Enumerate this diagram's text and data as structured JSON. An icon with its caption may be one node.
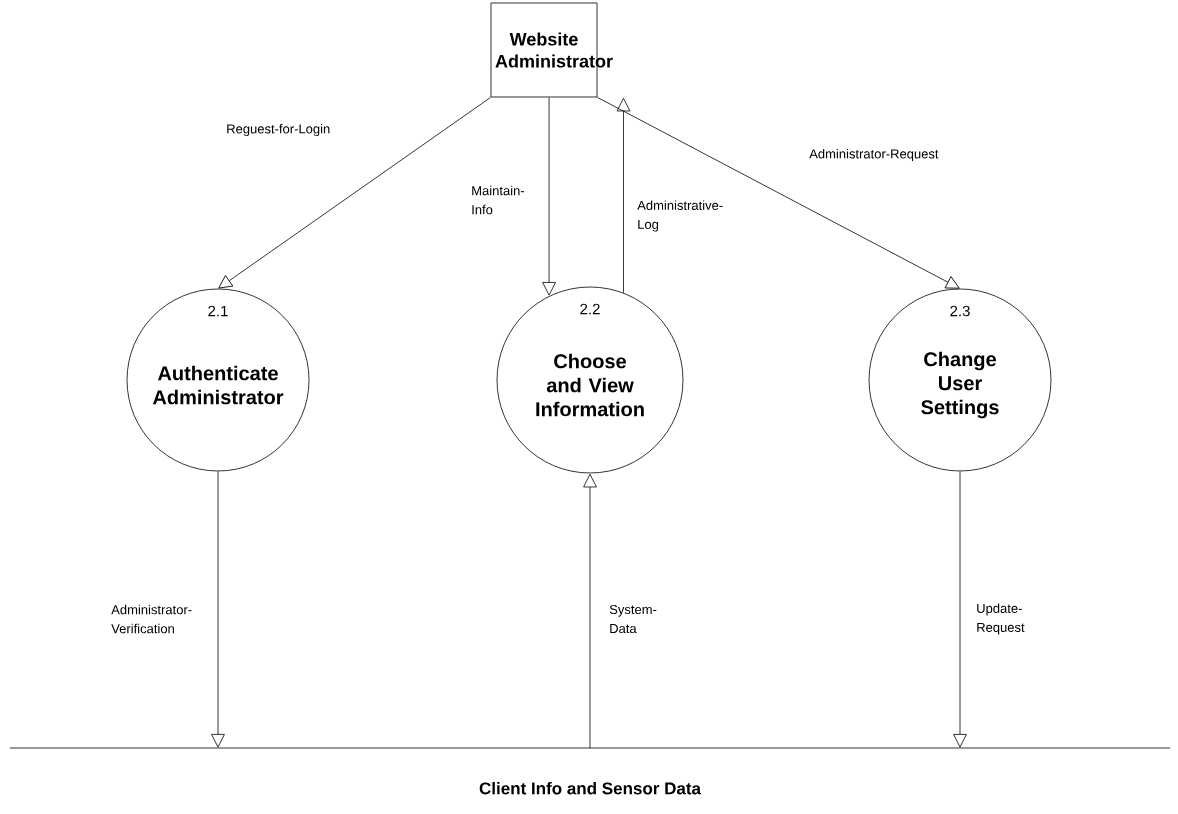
{
  "diagram": {
    "nodes": [
      {
        "text": [
          "Website Administrator"
        ]
      },
      {
        "text": [
          "2.1",
          "Authenticate Administrator"
        ]
      },
      {
        "text": [
          "2.2",
          "Choose and View Information"
        ]
      },
      {
        "text": [
          "2.3",
          "Change User Settings"
        ]
      },
      {
        "text": [
          "Client Info and Sensor Data"
        ]
      }
    ],
    "edges": [
      {
        "from": 0,
        "to": 1,
        "arrow": "to",
        "label": "Reguest-for-Login"
      },
      {
        "from": 0,
        "to": 2,
        "arrow": "to",
        "label": "Maintain- Info"
      },
      {
        "from": 2,
        "to": 0,
        "arrow": "to",
        "label": "Administrative- Log"
      },
      {
        "from": 0,
        "to": 3,
        "arrow": "to",
        "label": "Administrator-Request"
      },
      {
        "from": 1,
        "to": 4,
        "arrow": "to",
        "label": "Administrator- Verification"
      },
      {
        "from": 4,
        "to": 2,
        "arrow": "to",
        "label": "System- Data"
      },
      {
        "from": 3,
        "to": 4,
        "arrow": "to",
        "label": "Update- Request"
      }
    ]
  }
}
